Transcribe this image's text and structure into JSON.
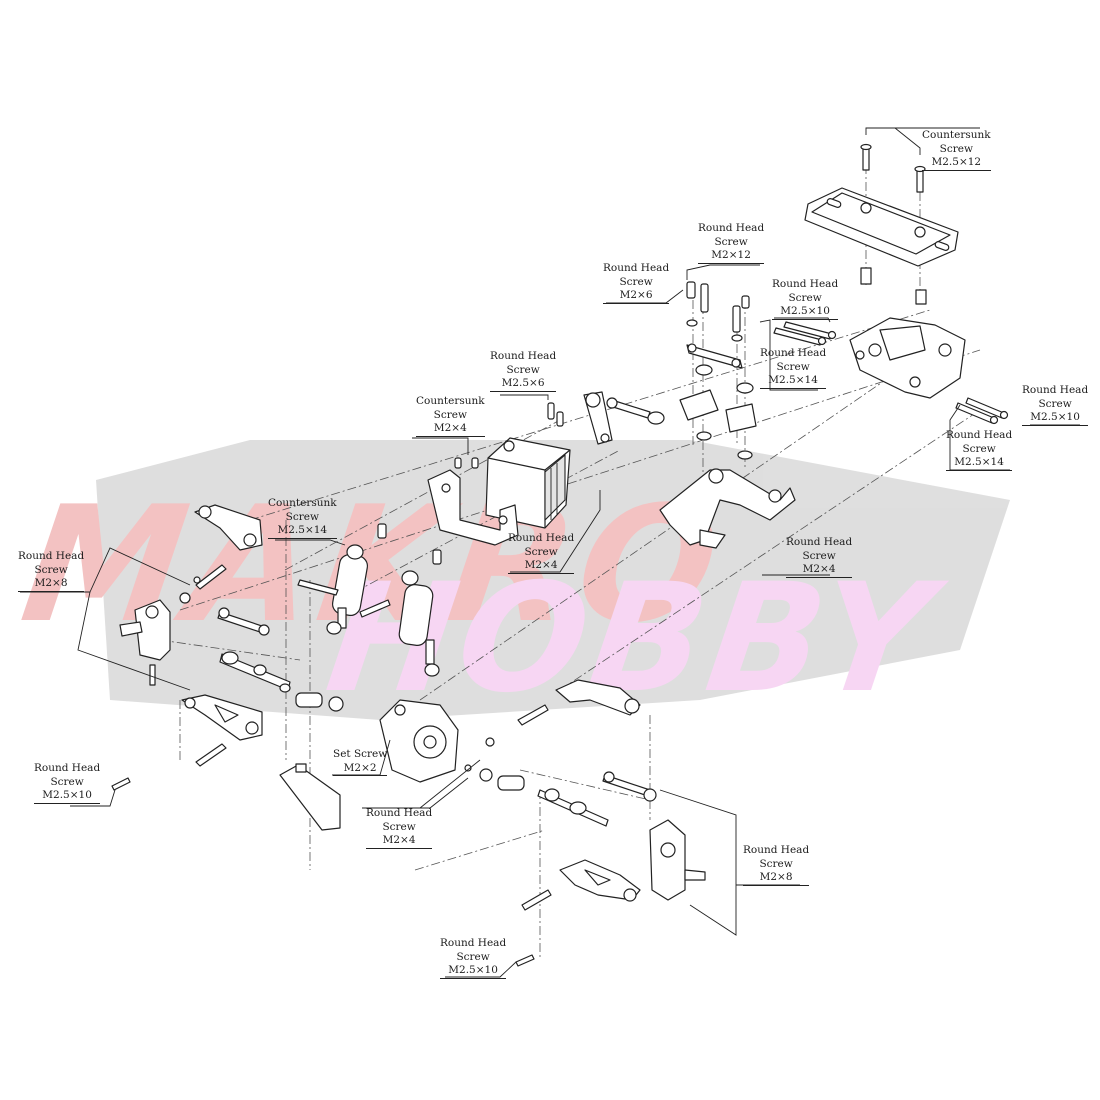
{
  "watermark": {
    "line1": "MAKRO",
    "line2": "HOBBY",
    "colors": [
      "#f2b8b8",
      "#f6d0f2",
      "#e5d9f5",
      "#f7f2bf"
    ]
  },
  "callouts": [
    {
      "id": "countersunk-top",
      "lines": [
        "Countersunk",
        "Screw",
        "M2.5×12"
      ]
    },
    {
      "id": "roundhead-m2x12",
      "lines": [
        "Round Head",
        "Screw",
        "M2×12"
      ]
    },
    {
      "id": "roundhead-m2x6",
      "lines": [
        "Round Head",
        "Screw",
        "M2×6"
      ]
    },
    {
      "id": "roundhead-m25x10-a",
      "lines": [
        "Round Head",
        "Screw",
        "M2.5×10"
      ]
    },
    {
      "id": "roundhead-m25x14-a",
      "lines": [
        "Round Head",
        "Screw",
        "M2.5×14"
      ]
    },
    {
      "id": "roundhead-m25x10-b",
      "lines": [
        "Round Head",
        "Screw",
        "M2.5×10"
      ]
    },
    {
      "id": "roundhead-m25x14-b",
      "lines": [
        "Round Head",
        "Screw",
        "M2.5×14"
      ]
    },
    {
      "id": "roundhead-m25x6",
      "lines": [
        "Round Head",
        "Screw",
        "M2.5×6"
      ]
    },
    {
      "id": "countersunk-m2x4",
      "lines": [
        "Countersunk",
        "Screw",
        "M2×4"
      ]
    },
    {
      "id": "countersunk-m25x14",
      "lines": [
        "Countersunk",
        "Screw",
        "M2.5×14"
      ]
    },
    {
      "id": "roundhead-m2x4-a",
      "lines": [
        "Round Head",
        "Screw",
        "M2×4"
      ]
    },
    {
      "id": "roundhead-m2x4-b",
      "lines": [
        "Round Head",
        "Screw",
        "M2×4"
      ]
    },
    {
      "id": "roundhead-m2x8-left",
      "lines": [
        "Round Head",
        "Screw",
        "M2×8"
      ]
    },
    {
      "id": "roundhead-m25x10-left",
      "lines": [
        "Round Head",
        "Screw",
        "M2.5×10"
      ]
    },
    {
      "id": "setscrew-m2x2",
      "lines": [
        "Set Screw",
        "M2×2"
      ]
    },
    {
      "id": "roundhead-m2x4-c",
      "lines": [
        "Round Head",
        "Screw",
        "M2×4"
      ]
    },
    {
      "id": "roundhead-m2x8-right",
      "lines": [
        "Round Head",
        "Screw",
        "M2×8"
      ]
    },
    {
      "id": "roundhead-m25x10-bottom",
      "lines": [
        "Round Head",
        "Screw",
        "M2.5×10"
      ]
    }
  ]
}
